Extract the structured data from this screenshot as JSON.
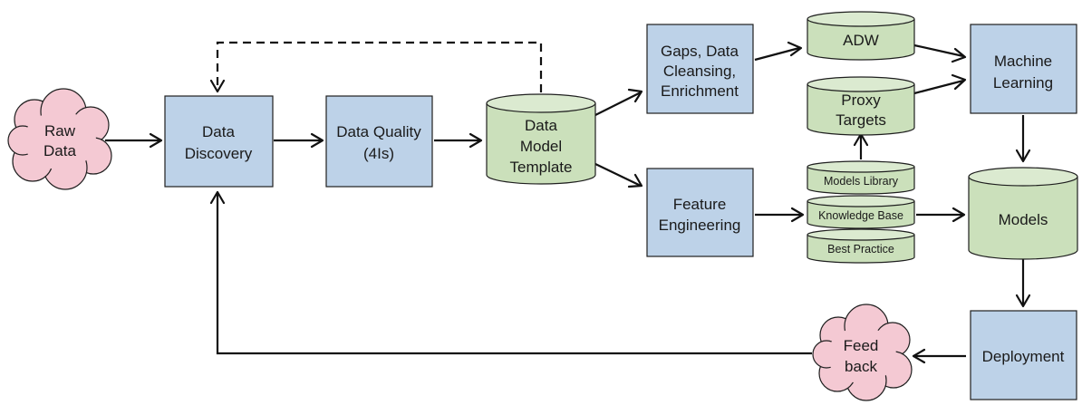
{
  "nodes": {
    "raw_data": {
      "line1": "Raw",
      "line2": "Data"
    },
    "data_discovery": {
      "line1": "Data",
      "line2": "Discovery"
    },
    "data_quality": {
      "line1": "Data Quality",
      "line2": "(4Is)"
    },
    "data_model_template": {
      "line1": "Data",
      "line2": "Model",
      "line3": "Template"
    },
    "gaps_cleansing": {
      "line1": "Gaps, Data",
      "line2": "Cleansing,",
      "line3": "Enrichment"
    },
    "feature_engineering": {
      "line1": "Feature",
      "line2": "Engineering"
    },
    "adw": {
      "label": "ADW"
    },
    "proxy_targets": {
      "line1": "Proxy",
      "line2": "Targets"
    },
    "models_library": {
      "label": "Models Library"
    },
    "knowledge_base": {
      "label": "Knowledge Base"
    },
    "best_practice": {
      "label": "Best Practice"
    },
    "machine_learning": {
      "line1": "Machine",
      "line2": "Learning"
    },
    "models": {
      "label": "Models"
    },
    "deployment": {
      "label": "Deployment"
    },
    "feedback": {
      "line1": "Feed",
      "line2": "back"
    }
  },
  "colors": {
    "process_box": "#bdd2e8",
    "data_store": "#cbe0bb",
    "external_cloud": "#f4c9d3",
    "stroke": "#1f1f1f"
  }
}
